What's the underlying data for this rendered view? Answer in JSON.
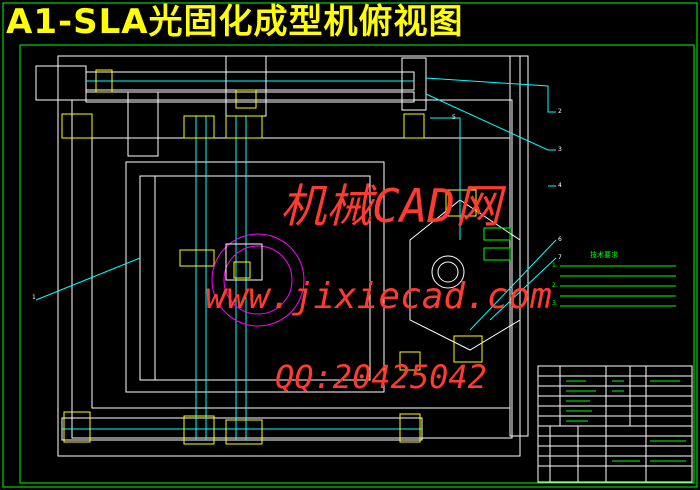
{
  "title": "A1-SLA光固化成型机俯视图",
  "watermark": {
    "line1": "机械CAD网",
    "line2": "www.jixiecad.com",
    "line3": "QQ:20425042"
  },
  "notes": {
    "heading": "技术要求",
    "items": [
      "1.",
      "2.",
      "3."
    ]
  },
  "callouts": [
    "1",
    "2",
    "3",
    "4",
    "5",
    "6",
    "7"
  ],
  "colors": {
    "background": "#000000",
    "outline": "#00ff00",
    "cad_main": "#ffffff",
    "yellow": "#ffff00",
    "cyan": "#00ffff",
    "magenta": "#ff00ff",
    "watermark": "#ff3b2f"
  }
}
